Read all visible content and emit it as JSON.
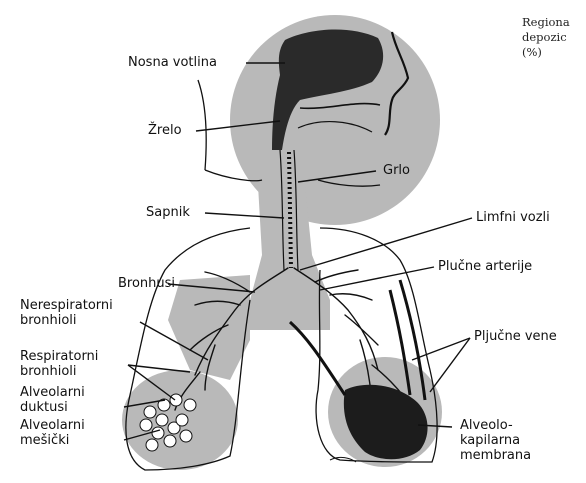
{
  "header": {
    "line1": "Regiona",
    "line2": "depozic",
    "line3": "(%)"
  },
  "labels": {
    "nosna_votlina": "Nosna votlina",
    "zrelo": "Žrelo",
    "grlo": "Grlo",
    "sapnik": "Sapnik",
    "limfni_vozli": "Limfni vozli",
    "bronhusi": "Bronhusi",
    "plucne_arterije": "Plučne arterije",
    "nerespiratorni_1": "Nerespiratorni",
    "nerespiratorni_2": "bronhioli",
    "respiratorni_1": "Respiratorni",
    "respiratorni_2": "bronhioli",
    "pljucne_vene": "Pljučne vene",
    "alv_duktusi_1": "Alveolarni",
    "alv_duktusi_2": "duktusi",
    "alv_mesicki_1": "Alveolarni",
    "alv_mesicki_2": "mešički",
    "membrana_1": "Alveolo-",
    "membrana_2": "kapilarna",
    "membrana_3": "membrana"
  },
  "colors": {
    "region_fill": "#b9b9b9",
    "line": "#111111"
  }
}
